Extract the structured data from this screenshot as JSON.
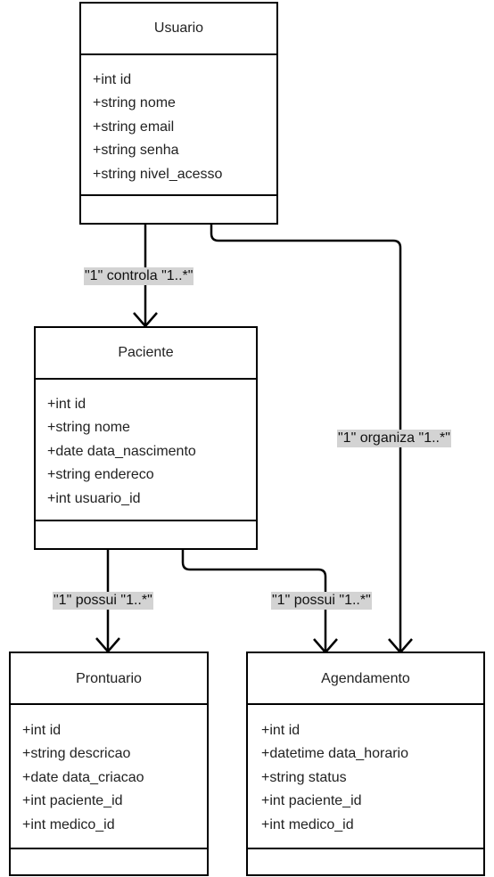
{
  "classes": {
    "usuario": {
      "name": "Usuario",
      "attributes": [
        "+int id",
        "+string nome",
        "+string email",
        "+string senha",
        "+string nivel_acesso"
      ]
    },
    "paciente": {
      "name": "Paciente",
      "attributes": [
        "+int id",
        "+string nome",
        "+date data_nascimento",
        "+string endereco",
        "+int usuario_id"
      ]
    },
    "prontuario": {
      "name": "Prontuario",
      "attributes": [
        "+int id",
        "+string descricao",
        "+date data_criacao",
        "+int paciente_id",
        "+int medico_id"
      ]
    },
    "agendamento": {
      "name": "Agendamento",
      "attributes": [
        "+int id",
        "+datetime data_horario",
        "+string status",
        "+int paciente_id",
        "+int medico_id"
      ]
    }
  },
  "relations": {
    "usuario_paciente": "\"1\" controla \"1..*\"",
    "usuario_agendamento": "\"1\" organiza \"1..*\"",
    "paciente_prontuario": "\"1\" possui \"1..*\"",
    "paciente_agendamento": "\"1\" possui \"1..*\""
  }
}
